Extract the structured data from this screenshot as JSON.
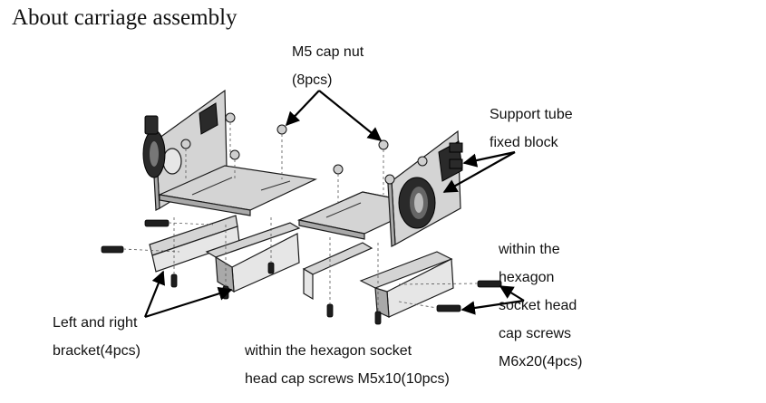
{
  "title": "About carriage assembly",
  "labels": {
    "cap_nut_line1": "M5 cap nut",
    "cap_nut_line2": "(8pcs)",
    "support_line1": "Support tube",
    "support_line2": "fixed block",
    "m6_line1": "within the",
    "m6_line2": "hexagon",
    "m6_line3": "socket head",
    "m6_line4": "cap screws",
    "m6_line5": "M6x20(4pcs)",
    "bracket_line1": "Left and right",
    "bracket_line2": "bracket(4pcs)",
    "m5_line1": "within the hexagon socket",
    "m5_line2": "head cap screws M5x10(10pcs)"
  }
}
